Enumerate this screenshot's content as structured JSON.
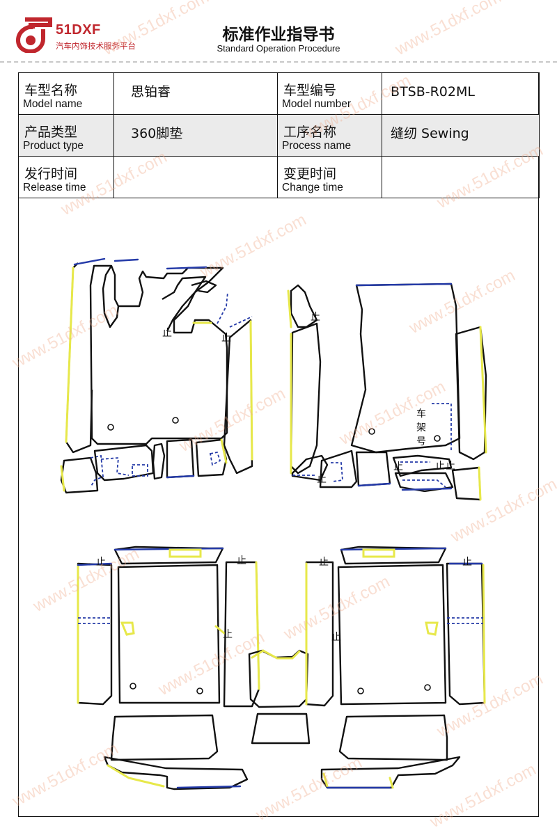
{
  "header": {
    "brand": "51DXF",
    "brand_subtitle": "汽车内饰技术服务平台",
    "title": "标准作业指导书",
    "subtitle": "Standard Operation Procedure",
    "brand_color": "#c0262d"
  },
  "info_table": {
    "row1": {
      "label1_cn": "车型名称",
      "label1_en": "Model name",
      "value1": "思铂睿",
      "label2_cn": "车型编号",
      "label2_en": "Model number",
      "value2": "BTSB-R02ML"
    },
    "row2": {
      "label1_cn": "产品类型",
      "label1_en": "Product type",
      "value1": "360脚垫",
      "label2_cn": "工序名称",
      "label2_en": "Process name",
      "value2": "缝纫 Sewing"
    },
    "row3": {
      "label1_cn": "发行时间",
      "label1_en": "Release time",
      "value1": "",
      "label2_cn": "变更时间",
      "label2_en": "Change time",
      "value2": ""
    }
  },
  "diagram": {
    "stop_mark": "止",
    "frame_number_label": "车架号",
    "colors": {
      "outline": "#111111",
      "blue_edge": "#243aa8",
      "yellow_edge": "#e7e84a"
    }
  },
  "watermark": "www.51dxf.com"
}
